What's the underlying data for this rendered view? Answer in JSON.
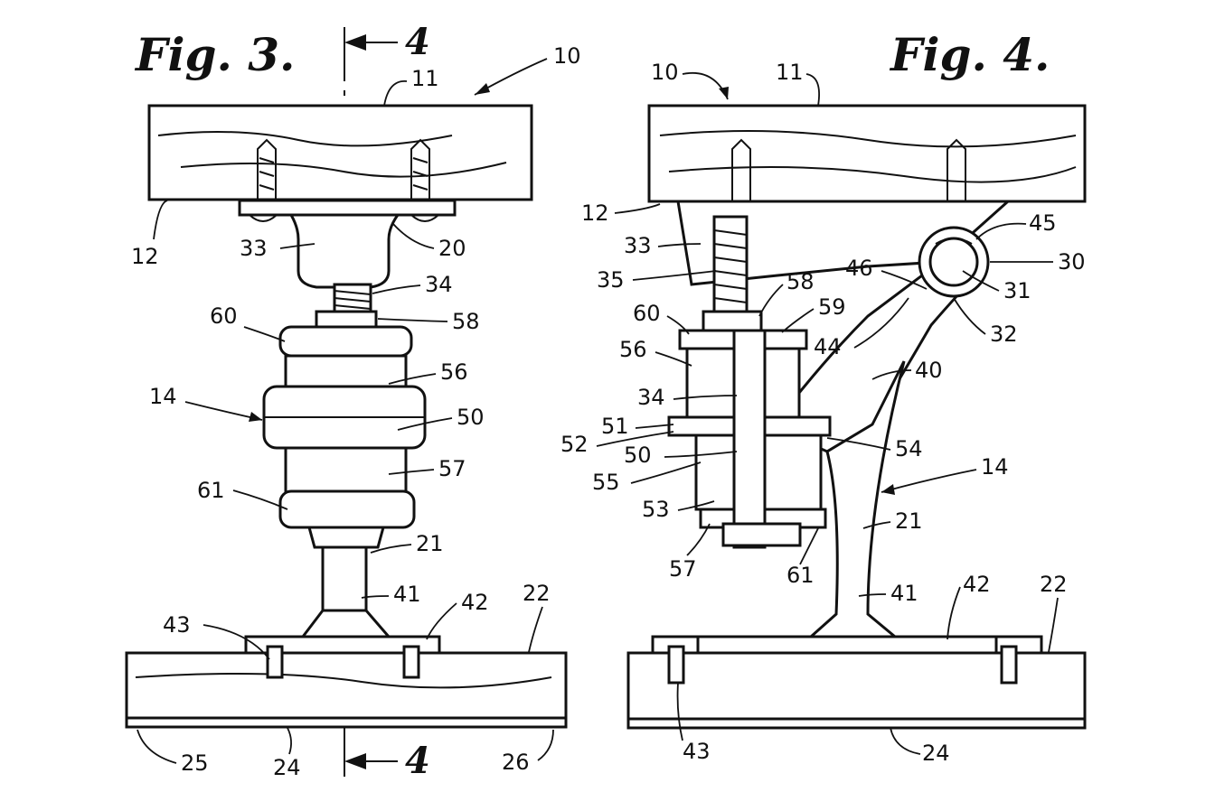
{
  "figures": [
    {
      "title": "Fig. 3."
    },
    {
      "title": "Fig. 4."
    }
  ],
  "section_marker": "4",
  "colors": {
    "ink": "#111111",
    "paper": "#ffffff"
  },
  "fig3_labels": [
    "10",
    "11",
    "12",
    "33",
    "20",
    "34",
    "58",
    "60",
    "56",
    "14",
    "50",
    "57",
    "61",
    "21",
    "41",
    "43",
    "42",
    "22",
    "25",
    "24",
    "26"
  ],
  "fig4_labels": [
    "10",
    "11",
    "12",
    "33",
    "45",
    "30",
    "35",
    "58",
    "46",
    "31",
    "59",
    "60",
    "32",
    "56",
    "44",
    "40",
    "34",
    "51",
    "52",
    "54",
    "50",
    "55",
    "14",
    "53",
    "21",
    "57",
    "61",
    "41",
    "42",
    "22",
    "43",
    "24"
  ]
}
